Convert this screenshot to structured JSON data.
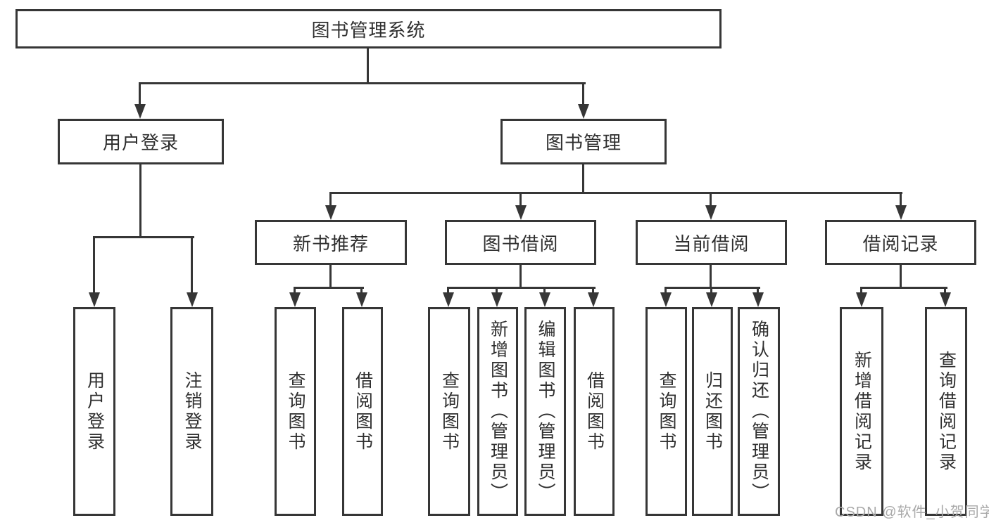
{
  "diagram": {
    "type": "hierarchy-tree",
    "colors": {
      "line": "#363636",
      "text": "#2f2f2f",
      "box_background": "#ffffff",
      "watermark": "#a9a9a9"
    },
    "tree": {
      "root": {
        "label": "图书管理系统",
        "children": [
          {
            "label": "用户登录",
            "children": [
              {
                "label": "用户登录"
              },
              {
                "label": "注销登录"
              }
            ]
          },
          {
            "label": "图书管理",
            "children": [
              {
                "label": "新书推荐",
                "children": [
                  {
                    "label": "查询图书"
                  },
                  {
                    "label": "借阅图书"
                  }
                ]
              },
              {
                "label": "图书借阅",
                "children": [
                  {
                    "label": "查询图书"
                  },
                  {
                    "label": "新增图书（管理员）"
                  },
                  {
                    "label": "编辑图书（管理员）"
                  },
                  {
                    "label": "借阅图书"
                  }
                ]
              },
              {
                "label": "当前借阅",
                "children": [
                  {
                    "label": "查询图书"
                  },
                  {
                    "label": "归还图书"
                  },
                  {
                    "label": "确认归还（管理员）"
                  }
                ]
              },
              {
                "label": "借阅记录",
                "children": [
                  {
                    "label": "新增借阅记录"
                  },
                  {
                    "label": "查询借阅记录"
                  }
                ]
              }
            ]
          }
        ]
      }
    },
    "watermark": {
      "text": "CSDN @软件_小贺同学"
    }
  }
}
